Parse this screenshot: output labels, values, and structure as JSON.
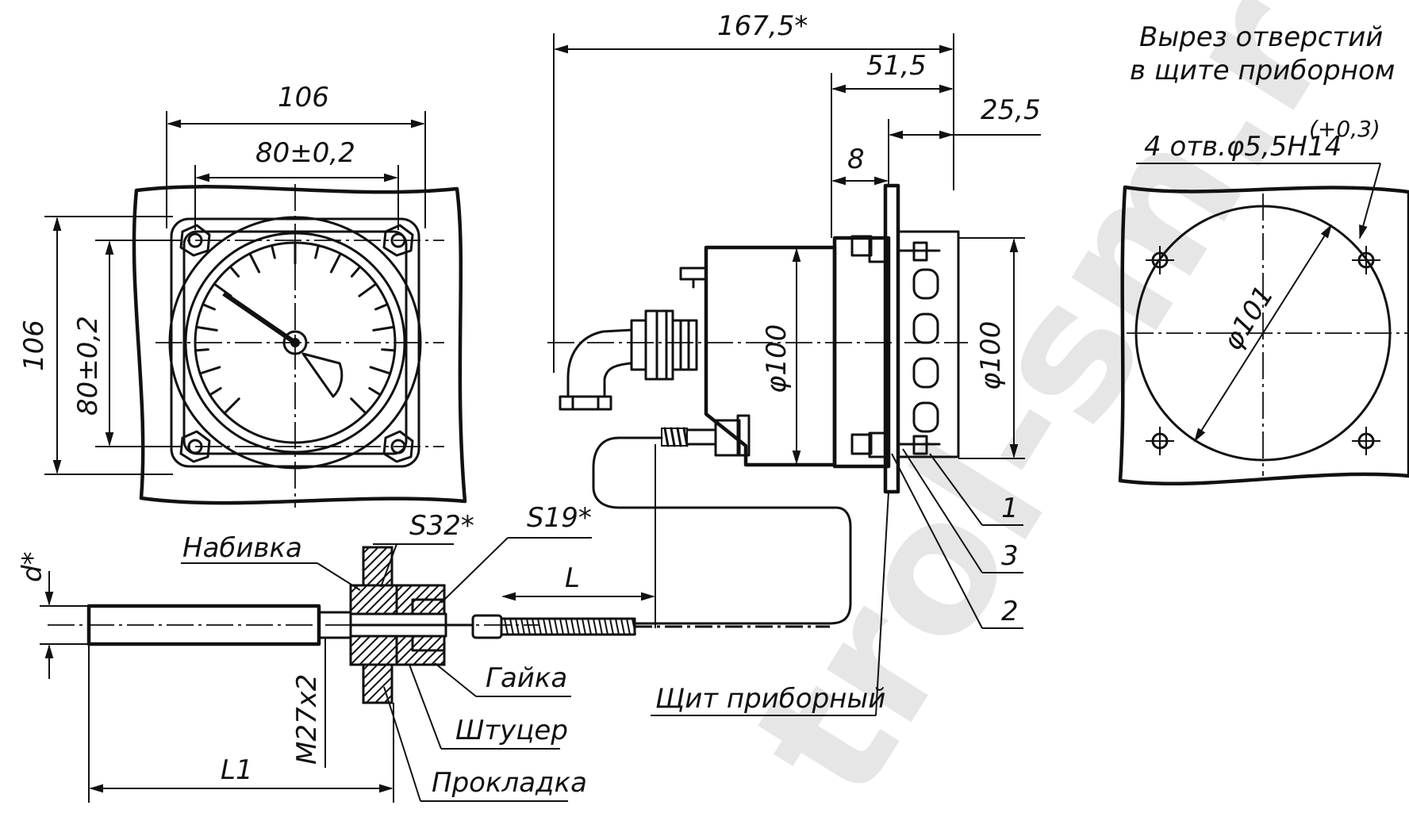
{
  "front_view": {
    "width_outer": "106",
    "width_holes": "80±0,2",
    "height_outer": "106",
    "height_holes": "80±0,2"
  },
  "side_view": {
    "length_total": "167,5*",
    "length_body": "51,5",
    "length_flange": "25,5",
    "gap": "8",
    "diameter_body": "φ100",
    "diameter_back": "φ100",
    "callouts": [
      "1",
      "3",
      "2"
    ],
    "panel_label": "Щит приборный"
  },
  "cutout": {
    "title_line1": "Вырез отверстий",
    "title_line2": "в щите приборном",
    "holes_note": "4 отв.φ5,5H14",
    "holes_tolerance": "(+0,3)",
    "diameter": "φ101"
  },
  "sensor": {
    "label_packing": "Набивка",
    "label_s32": "S32*",
    "label_s19": "S19*",
    "label_d": "d*",
    "label_L": "L",
    "label_thread": "M27x2",
    "label_L1": "L1",
    "label_nut": "Гайка",
    "label_fitting": "Штуцер",
    "label_gasket": "Прокладка"
  },
  "watermark": "trol-sm.r"
}
